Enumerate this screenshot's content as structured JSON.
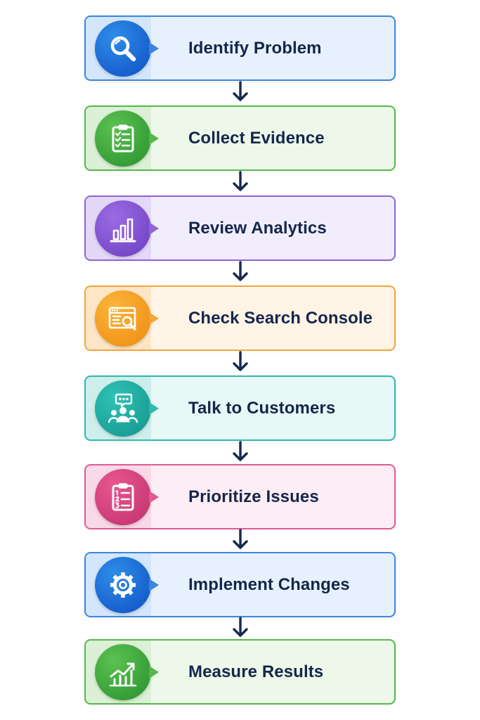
{
  "steps": [
    {
      "label": "Identify Problem",
      "icon": "magnifier-icon",
      "accent": "#3a86df",
      "tint": "#e7f1fd",
      "panel": "#d3e6fb",
      "grad": [
        "#2e8de8",
        "#0f4fc4"
      ]
    },
    {
      "label": "Collect Evidence",
      "icon": "clipboard-checklist-icon",
      "accent": "#58b74b",
      "tint": "#edf8ea",
      "panel": "#dbf0d6",
      "grad": [
        "#5cc14f",
        "#27902f"
      ]
    },
    {
      "label": "Review Analytics",
      "icon": "bar-chart-icon",
      "accent": "#9063d6",
      "tint": "#f2edfc",
      "panel": "#e3d8f8",
      "grad": [
        "#9b6be3",
        "#6a3ec1"
      ]
    },
    {
      "label": "Check Search Console",
      "icon": "search-console-icon",
      "accent": "#f2a63b",
      "tint": "#fff4e5",
      "panel": "#fde6c6",
      "grad": [
        "#fbb53a",
        "#ee8a10"
      ]
    },
    {
      "label": "Talk to Customers",
      "icon": "customers-chat-icon",
      "accent": "#30b8ad",
      "tint": "#e7f8f6",
      "panel": "#cdefeb",
      "grad": [
        "#2fc2b6",
        "#14938b"
      ]
    },
    {
      "label": "Prioritize Issues",
      "icon": "numbered-list-icon",
      "accent": "#df5b95",
      "tint": "#fdedf4",
      "panel": "#f9d8e7",
      "grad": [
        "#e8578f",
        "#bf2f6b"
      ]
    },
    {
      "label": "Implement Changes",
      "icon": "gear-icon",
      "accent": "#3a86df",
      "tint": "#e7f1fd",
      "panel": "#d3e6fb",
      "grad": [
        "#2e8de8",
        "#0f4fc4"
      ]
    },
    {
      "label": "Measure Results",
      "icon": "growth-chart-icon",
      "accent": "#58b74b",
      "tint": "#edf8ea",
      "panel": "#dbf0d6",
      "grad": [
        "#5cc14f",
        "#27902f"
      ]
    }
  ],
  "arrow_color": "#16284d",
  "label_color": "#15264b"
}
